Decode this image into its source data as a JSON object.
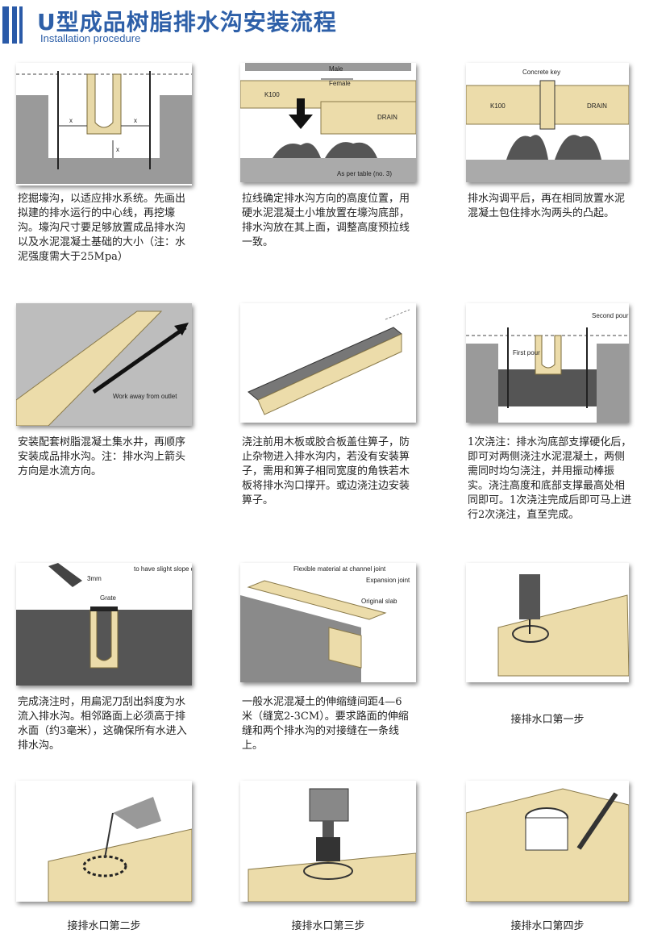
{
  "header": {
    "title": "U型成品树脂排水沟安装流程",
    "subtitle": "Installation procedure",
    "accent_color": "#2d5fa8"
  },
  "diagram_labels": {
    "p2_male": "Male",
    "p2_female": "Female",
    "p2_drain": "DRAIN",
    "p2_k100": "K100",
    "p2_as_per_table": "As per table (no. 3)",
    "p3_concrete_key": "Concrete key",
    "p3_k100": "K100",
    "p3_drain": "DRAIN",
    "p4_work_away": "Work away from outlet",
    "p6_second_pour": "Second pour",
    "p6_first_pour": "First pour",
    "p7_3mm": "3mm",
    "p7_grate": "Grate",
    "p7_slope": "to have slight slope down to channel",
    "p8_flexible": "Flexible material at channel joint",
    "p8_expansion": "Expansion joint",
    "p8_original_slab": "Original slab"
  },
  "steps": [
    {
      "caption": "挖掘壕沟，以适应排水系统。先画出拟建的排水运行的中心线，再挖壕沟。壕沟尺寸要足够放置成品排水沟以及水泥混凝土基础的大小（注：水泥强度需大于25Mpa）"
    },
    {
      "caption": "拉线确定排水沟方向的高度位置，用硬水泥混凝土小堆放置在壕沟底部，排水沟放在其上面，调整高度预拉线一致。"
    },
    {
      "caption": "排水沟调平后，再在相同放置水泥混凝土包住排水沟两头的凸起。"
    },
    {
      "caption": "安装配套树脂混凝土集水井，再顺序安装成品排水沟。注：排水沟上箭头方向是水流方向。"
    },
    {
      "caption": "浇注前用木板或胶合板盖住箅子，防止杂物进入排水沟内，若没有安装箅子，需用和箅子相同宽度的角铁若木板将排水沟口撑开。或边浇注边安装箅子。"
    },
    {
      "caption": "1次浇注：排水沟底部支撑硬化后，即可对两侧浇注水泥混凝土，两侧需同时均匀浇注，并用振动棒振实。浇注高度和底部支撑最高处相同即可。1次浇注完成后即可马上进行2次浇注，直至完成。"
    },
    {
      "caption": "完成浇注时，用扁泥刀刮出斜度为水流入排水沟。相邻路面上必须高于排水面（约3毫米），这确保所有水进入排水沟。"
    },
    {
      "caption": "一般水泥混凝土的伸缩缝间距4—6米（缝宽2-3CM）。要求路面的伸缩缝和两个排水沟的对接缝在一条线上。"
    },
    {
      "caption": "接排水口第一步"
    },
    {
      "caption": "接排水口第二步"
    },
    {
      "caption": "接排水口第三步"
    },
    {
      "caption": "接排水口第四步"
    }
  ]
}
